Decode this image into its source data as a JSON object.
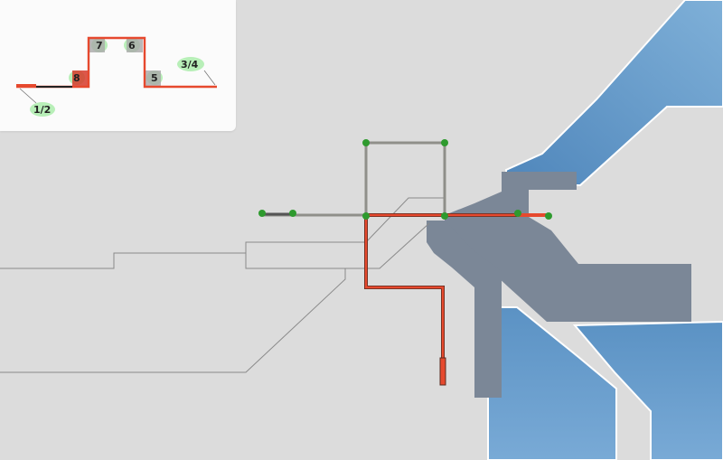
{
  "profile": {
    "labels": {
      "l12": "1/2",
      "l34": "3/4",
      "l5": "5",
      "l6": "6",
      "l7": "7",
      "l8": "8"
    }
  },
  "colors": {
    "background": "#dcdcdc",
    "water": "#6196c6",
    "structure": "#7b8797",
    "rail_gray": "#8f8f8a",
    "route_orange": "#e6492e",
    "node_green": "#2e9a2e",
    "label_glow": "#7fe07f"
  }
}
